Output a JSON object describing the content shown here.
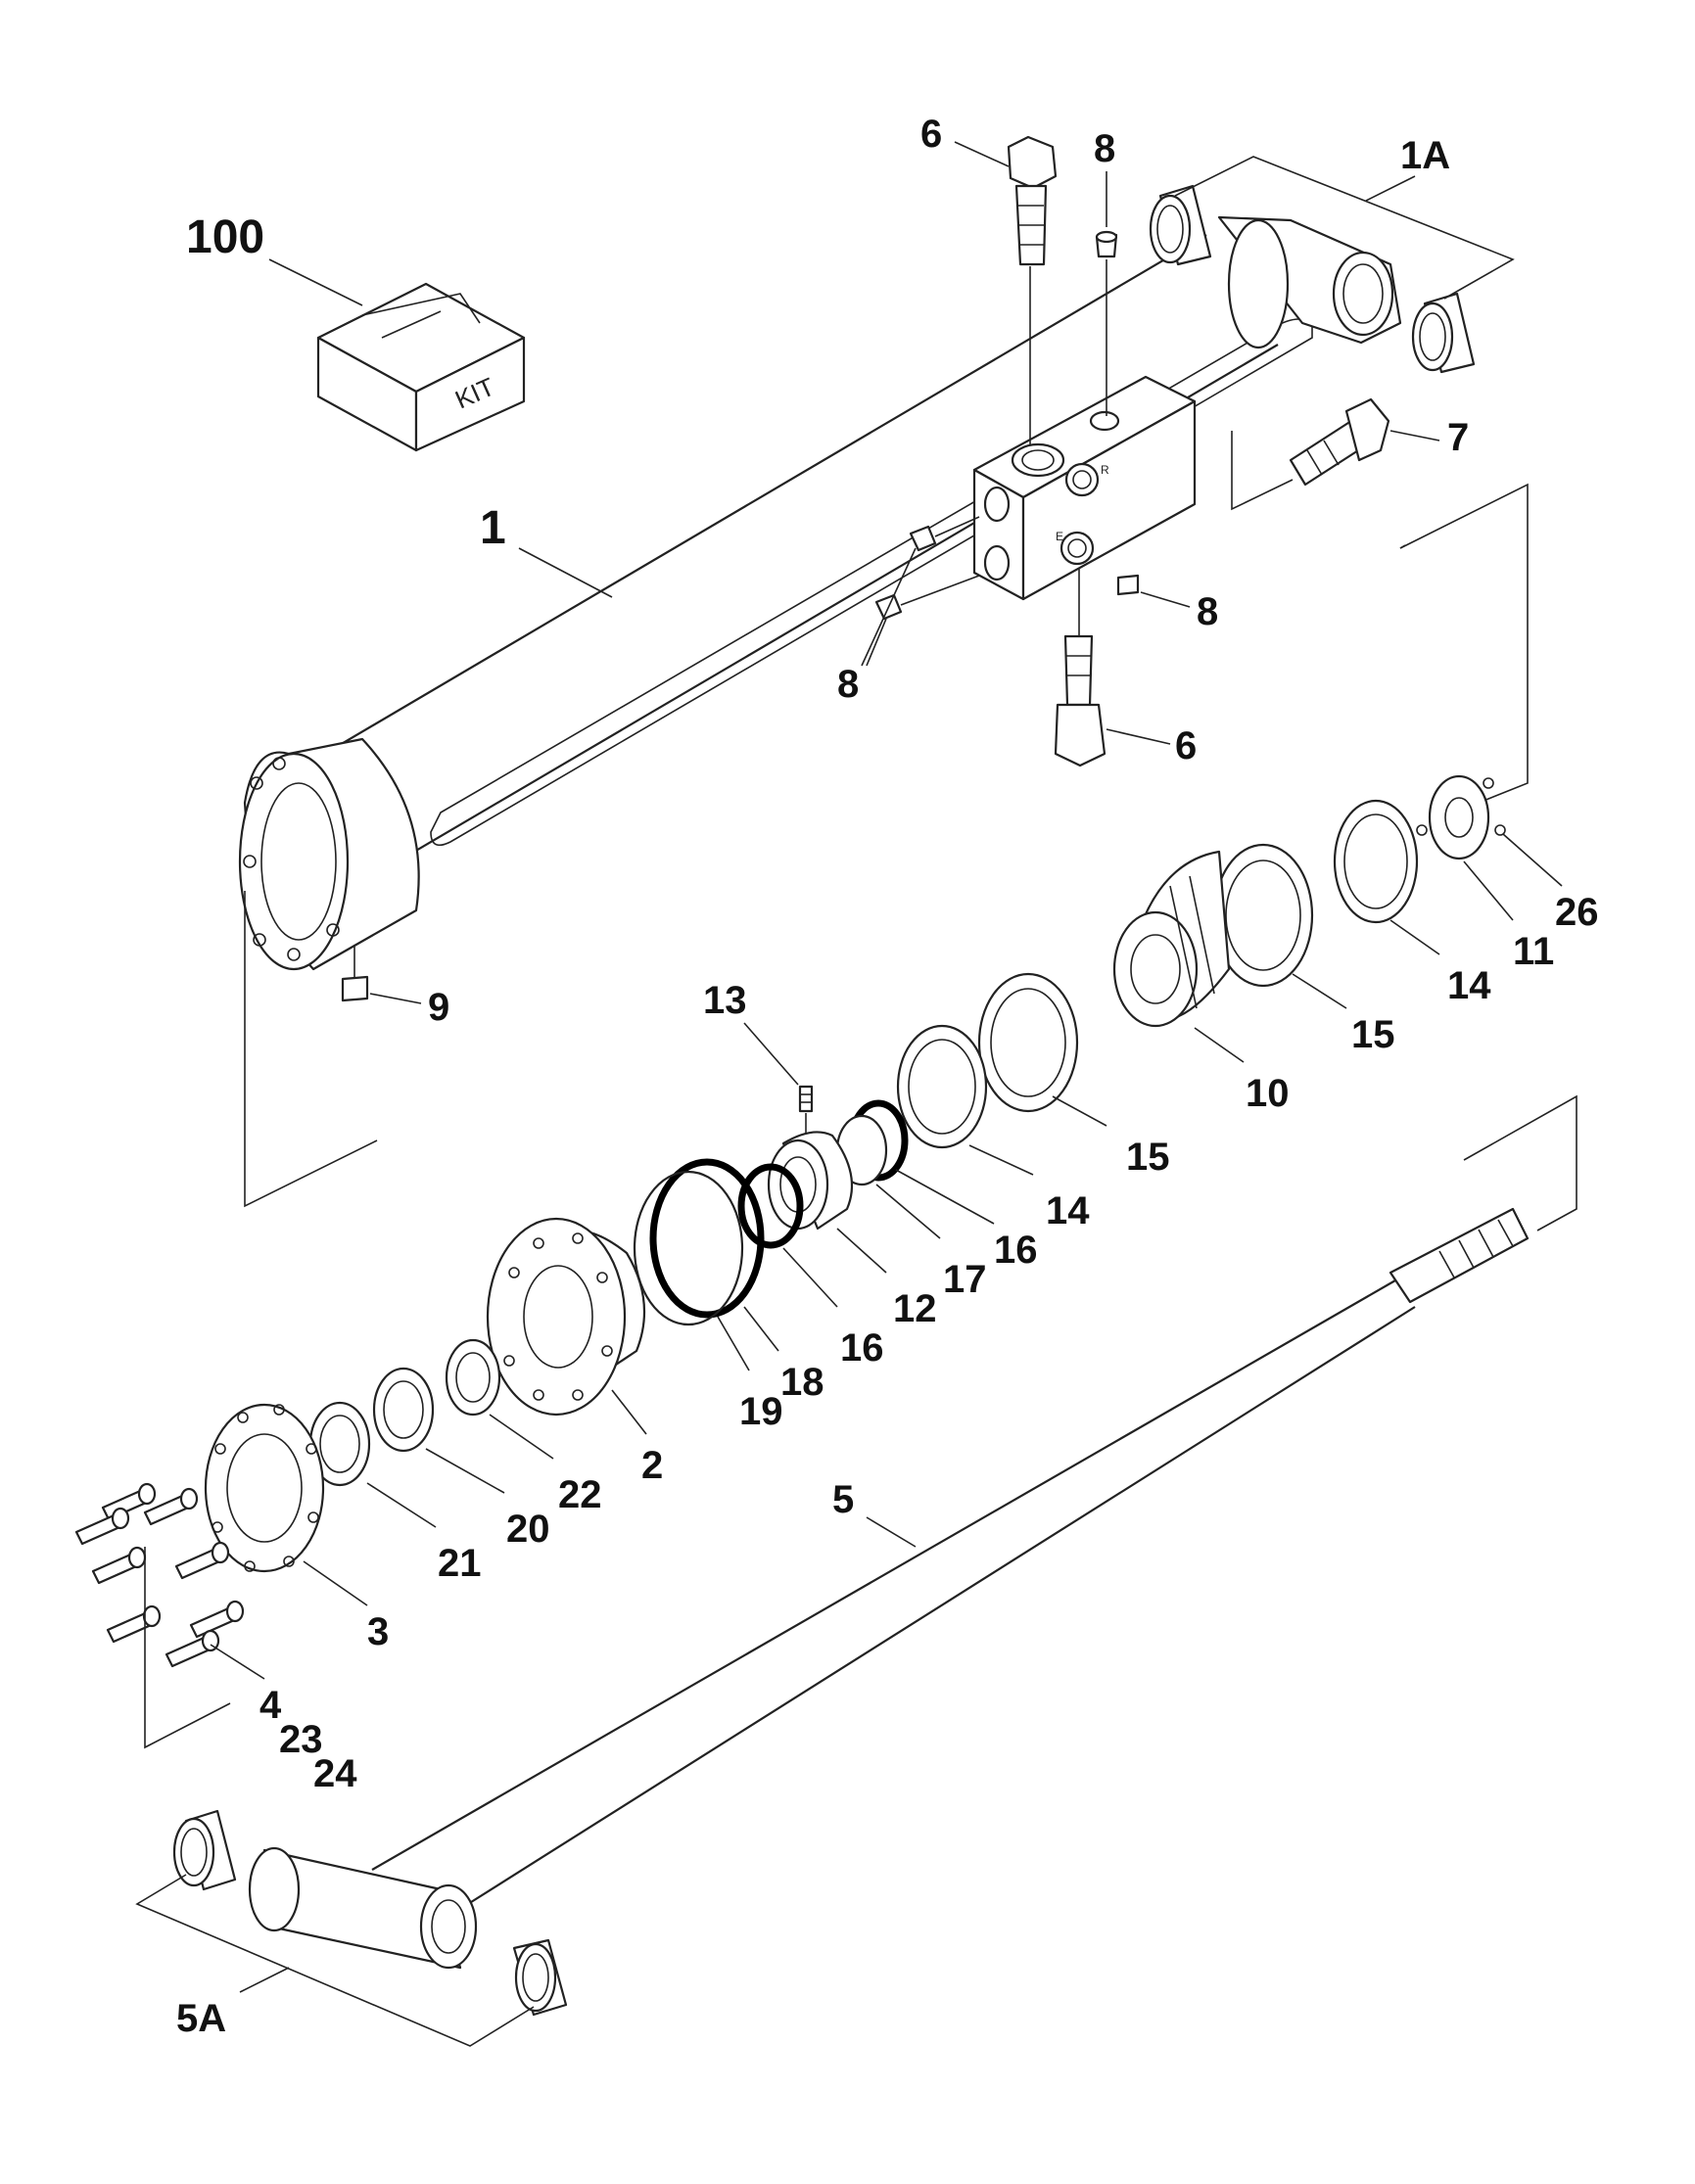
{
  "callouts": {
    "kit": "100",
    "cylinder": "1",
    "cylinder_bushings": "1A",
    "fitting_top": "6",
    "fitting_bottom": "6",
    "plug_top": "8",
    "plug_right": "8",
    "plugs_left": "8",
    "fitting_7": "7",
    "plug_9": "9",
    "screw_13": "13",
    "nut_11": "11",
    "screw_26": "26",
    "ring_14_right": "14",
    "ring_15_right": "15",
    "piston_10": "10",
    "ring_15_mid": "15",
    "ring_14_mid": "14",
    "seal_16_right": "16",
    "ring_17": "17",
    "spacer_12": "12",
    "seal_16_left": "16",
    "ring_18": "18",
    "ring_19": "19",
    "head_2": "2",
    "wiper_22": "22",
    "seal_20": "20",
    "seal_21": "21",
    "flange_3": "3",
    "bolt_4": "4",
    "bolt_23": "23",
    "bolt_24": "24",
    "rod_5": "5",
    "rod_bushings": "5A"
  },
  "kit_box_label": "KIT",
  "port_labels": {
    "port_r": "R",
    "port_e": "E"
  }
}
